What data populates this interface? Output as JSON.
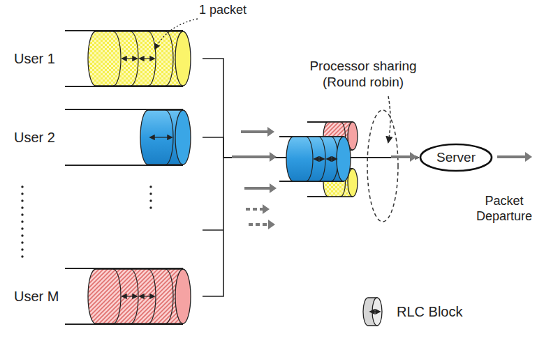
{
  "diagram": {
    "nodes": [
      {
        "text": [
          "User 1"
        ]
      },
      {
        "text": [
          "User 2"
        ]
      },
      {
        "text": [
          "User M"
        ]
      },
      {
        "text": [
          "Server"
        ]
      }
    ],
    "edges": [
      {
        "from": 0,
        "to": 3,
        "arrow": "to"
      },
      {
        "from": 1,
        "to": 3,
        "arrow": "to"
      },
      {
        "from": 2,
        "to": 3,
        "arrow": "to"
      }
    ],
    "labels": [
      "1 packet",
      "Processor sharing (Round robin)",
      "Packet Departure"
    ],
    "legend": [
      {
        "text": "RLC Block"
      }
    ]
  }
}
